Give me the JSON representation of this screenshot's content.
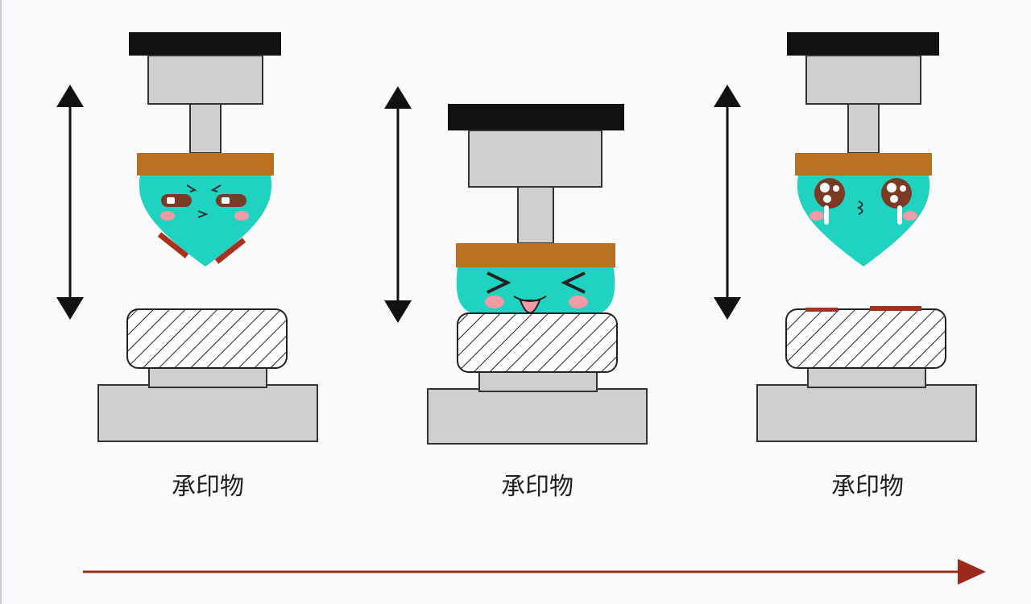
{
  "stages": [
    {
      "state": "before-press",
      "face": "angry",
      "label": "承印物"
    },
    {
      "state": "pressing",
      "face": "squished",
      "label": "承印物"
    },
    {
      "state": "after-press",
      "face": "teary",
      "label": "承印物"
    }
  ],
  "colors": {
    "platen": "#111111",
    "metal": "#cfcfd2",
    "outline": "#333333",
    "pad_holder": "#b8711f",
    "pad": "#1fd3c0",
    "ink": "#a8301f",
    "blush": "#f39aa6",
    "eye_brown": "#7a3a24",
    "arrow": "#111111",
    "timeline": "#9c2a1c"
  },
  "icons": {
    "stroke_arrow": "double-vertical-arrow-icon",
    "timeline": "right-arrow-icon"
  }
}
